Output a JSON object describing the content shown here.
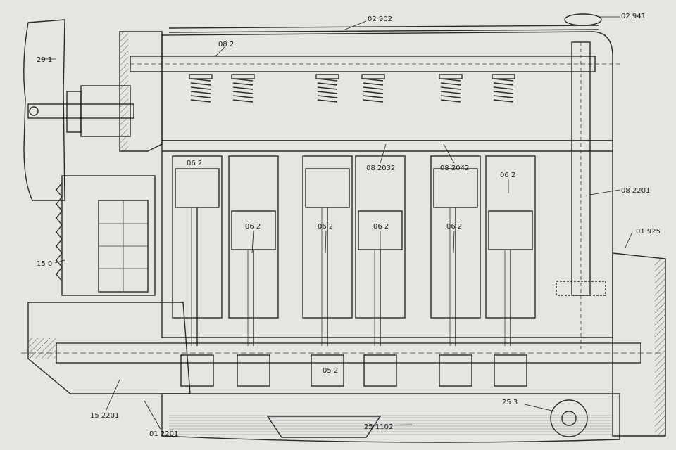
{
  "colors": {
    "paper": "#e7e5e0",
    "ink": "#2a2a2a",
    "hatch": "#555555",
    "oil": "#9aa6ac"
  },
  "labels": [
    {
      "id": "l291",
      "text": "29 1"
    },
    {
      "id": "l082t",
      "text": "08 2"
    },
    {
      "id": "l02902",
      "text": "02 902"
    },
    {
      "id": "l02941",
      "text": "02 941"
    },
    {
      "id": "l062a",
      "text": "06 2"
    },
    {
      "id": "l082032",
      "text": "08 2032"
    },
    {
      "id": "l082042",
      "text": "08 2042"
    },
    {
      "id": "l062b",
      "text": "06 2"
    },
    {
      "id": "l082201",
      "text": "08 2201"
    },
    {
      "id": "l01925",
      "text": "01 925"
    },
    {
      "id": "l150",
      "text": "15 0"
    },
    {
      "id": "l062c",
      "text": "06 2"
    },
    {
      "id": "l062d",
      "text": "06 2"
    },
    {
      "id": "l062e",
      "text": "06 2"
    },
    {
      "id": "l062f",
      "text": "06 2"
    },
    {
      "id": "l052",
      "text": "05 2"
    },
    {
      "id": "l253",
      "text": "25 3"
    },
    {
      "id": "l251102",
      "text": "25 1102"
    },
    {
      "id": "l152201",
      "text": "15 2201"
    },
    {
      "id": "l012201",
      "text": "01 2201"
    }
  ]
}
